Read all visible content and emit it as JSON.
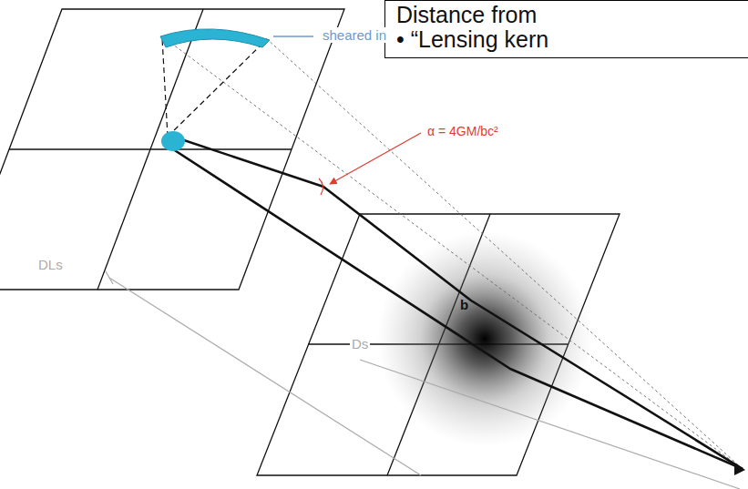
{
  "diagram": {
    "nodes": [
      {
        "text": [
          "Distance from",
          "• “Lensing kern"
        ]
      }
    ],
    "labels": [
      "sheared in",
      "α = 4GM/bc²",
      "b",
      "Ds",
      "DLs"
    ]
  }
}
